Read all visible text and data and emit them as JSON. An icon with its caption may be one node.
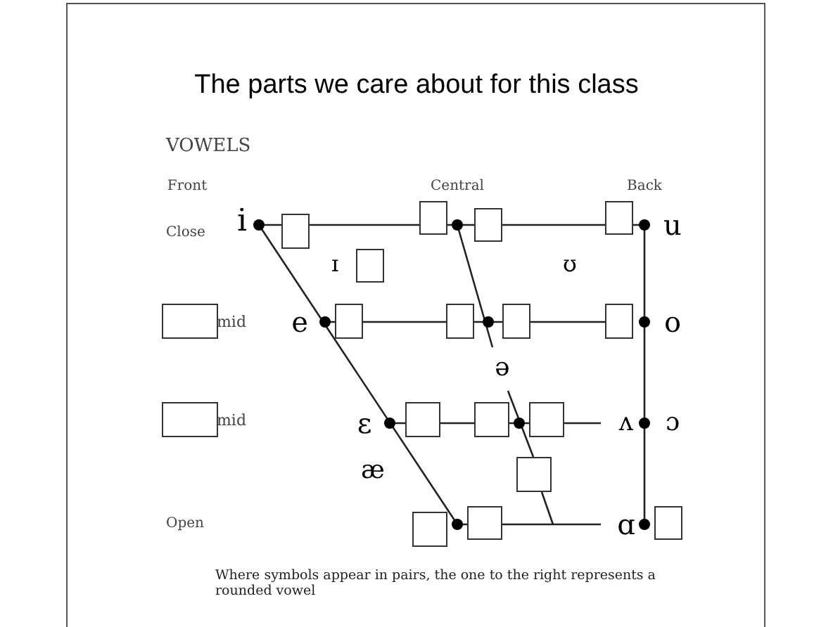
{
  "diagram": {
    "title": "The parts we care about for this class",
    "caption": "Where symbols appear in pairs, the one to the right represents a rounded vowel",
    "nodes": [
      {
        "text": [],
        "shape": "box"
      },
      {
        "text": [],
        "shape": "box"
      },
      {
        "text": [],
        "shape": "box"
      },
      {
        "text": [],
        "shape": "box"
      },
      {
        "text": [],
        "shape": "box"
      },
      {
        "text": [],
        "shape": "box",
        "beside": [
          "mid"
        ]
      },
      {
        "text": [],
        "shape": "box"
      },
      {
        "text": [],
        "shape": "box"
      },
      {
        "text": [],
        "shape": "box"
      },
      {
        "text": [],
        "shape": "box"
      },
      {
        "text": [],
        "shape": "box",
        "beside": [
          "mid"
        ]
      },
      {
        "text": [],
        "shape": "box"
      },
      {
        "text": [],
        "shape": "box"
      },
      {
        "text": [],
        "shape": "box"
      },
      {
        "text": [],
        "shape": "box"
      },
      {
        "text": [],
        "shape": "box"
      },
      {
        "text": [],
        "shape": "box"
      },
      {
        "text": [],
        "shape": "box"
      }
    ],
    "labels": [
      "VOWELS",
      "Front",
      "Central",
      "Back",
      "Close",
      "i",
      "u",
      "ɪ",
      "ʊ",
      "e",
      "o",
      "ə",
      "ɛ",
      "ʌ",
      "ɔ",
      "æ",
      "Open",
      "ɑ"
    ]
  }
}
